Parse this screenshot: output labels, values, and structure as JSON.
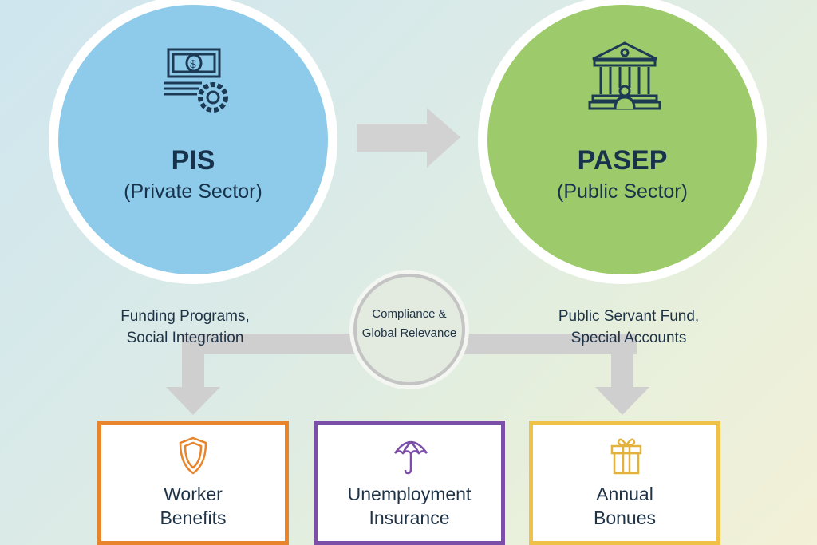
{
  "pis": {
    "title": "PIS",
    "subtitle": "(Private Sector)"
  },
  "pasep": {
    "title": "PASEP",
    "subtitle": "(Public Sector)"
  },
  "center": {
    "label_line1": "Compliance &",
    "label_line2": "Global Relevance"
  },
  "left_label": {
    "line1": "Funding Programs,",
    "line2": "Social Integration"
  },
  "right_label": {
    "line1": "Public Servant Fund,",
    "line2": "Special Accounts"
  },
  "boxes": [
    {
      "line1": "Worker",
      "line2": "Benefits",
      "color": "#e8842c",
      "icon": "shield-icon"
    },
    {
      "line1": "Unemployment",
      "line2": "Insurance",
      "color": "#7b4fa8",
      "icon": "umbrella-icon"
    },
    {
      "line1": "Annual",
      "line2": "Bonues",
      "color": "#efc247",
      "icon": "gift-icon"
    }
  ],
  "colors": {
    "pis": "#8ecbea",
    "pasep": "#9dcb6c",
    "arrow": "#cfcfcf",
    "text": "#1f3347"
  }
}
